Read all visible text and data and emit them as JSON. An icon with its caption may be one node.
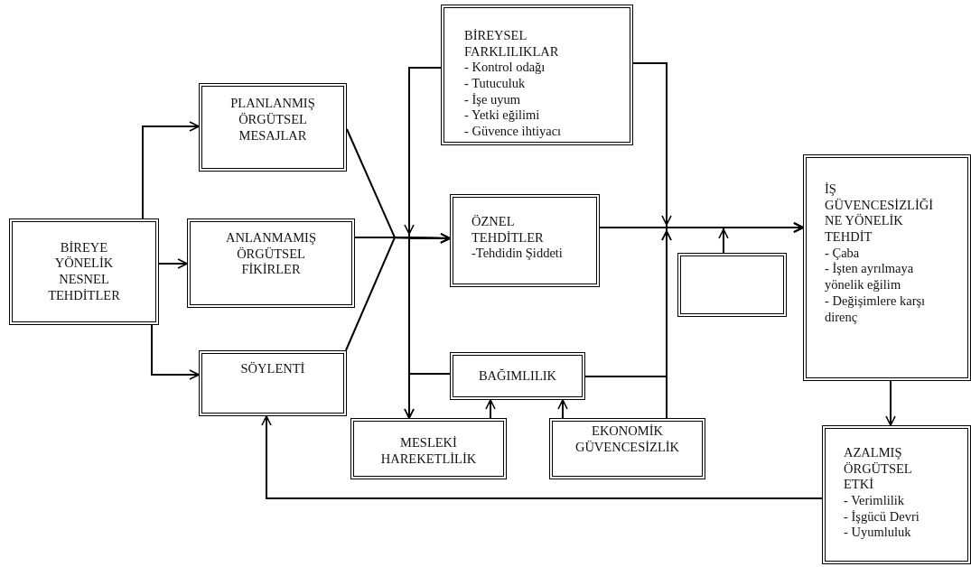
{
  "diagram": {
    "nodes": [
      {
        "text": [
          "BİREYE YÖNELİK NESNEL TEHDİTLER"
        ]
      },
      {
        "text": [
          "PLANLANMIŞ ÖRGÜTSEL MESAJLAR"
        ]
      },
      {
        "text": [
          "ANLANMAMIŞ ÖRGÜTSEL FİKİRLER"
        ]
      },
      {
        "text": [
          "SÖYLENTİ"
        ]
      },
      {
        "text": [
          "BİREYSEL FARKLILIKLAR",
          "- Kontrol odağı",
          "- Tutuculuk",
          "- İşe uyum",
          "- Yetki eğilimi",
          "- Güvence ihtiyacı"
        ]
      },
      {
        "text": [
          "ÖZNEL TEHDİTLER",
          "-Tehdidin Şiddeti"
        ]
      },
      {
        "text": [
          "BAĞIMLILIK"
        ]
      },
      {
        "text": [
          "MESLEKİ HAREKETLİLİK"
        ]
      },
      {
        "text": [
          "EKONOMİK GÜVENCESİZLİK"
        ]
      },
      {
        "text": [],
        "shape": "box"
      },
      {
        "text": [
          "İŞ GÜVENCESİZLİĞİ NE YÖNELİK TEHDİT",
          "- Çaba",
          "- İşten ayrılmaya yönelik eğilim",
          "- Değişimlere karşı direnç"
        ]
      },
      {
        "text": [
          "AZALMIŞ ÖRGÜTSEL ETKİ",
          "- Verimlilik",
          "- İşgücü Devri",
          "- Uyumluluk"
        ]
      }
    ],
    "edges": [
      {
        "from": 0,
        "to": 1,
        "arrow": "to"
      },
      {
        "from": 0,
        "to": 2,
        "arrow": "to"
      },
      {
        "from": 0,
        "to": 3,
        "arrow": "to"
      },
      {
        "from": 1,
        "to": 5,
        "arrow": "to"
      },
      {
        "from": 2,
        "to": 5,
        "arrow": "to"
      },
      {
        "from": 3,
        "to": 5,
        "arrow": "to"
      },
      {
        "from": 4,
        "to": 5,
        "arrow": "to"
      },
      {
        "from": 4,
        "to": 7,
        "arrow": "to"
      },
      {
        "from": 6,
        "to": 7,
        "arrow": "to"
      },
      {
        "from": 7,
        "to": 6,
        "arrow": "to"
      },
      {
        "from": 8,
        "to": 6,
        "arrow": "to"
      },
      {
        "from": 5,
        "to": 10,
        "arrow": "to"
      },
      {
        "from": 4,
        "to": 10,
        "arrow": "to"
      },
      {
        "from": 8,
        "to": 10,
        "arrow": "to"
      },
      {
        "from": 6,
        "to": 10,
        "arrow": "to"
      },
      {
        "from": 9,
        "to": 10,
        "arrow": "to"
      },
      {
        "from": 10,
        "to": 11,
        "arrow": "to"
      },
      {
        "from": 11,
        "to": 3,
        "arrow": "to"
      }
    ]
  }
}
